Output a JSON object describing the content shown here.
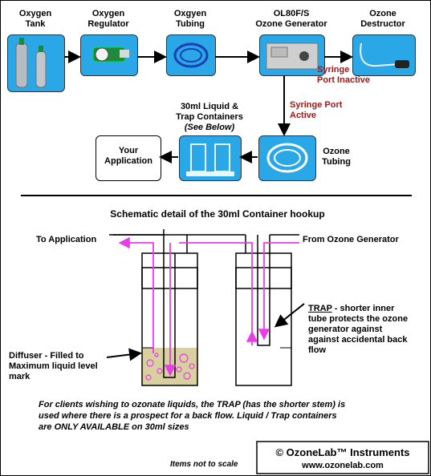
{
  "top": {
    "oxygen_tank": "Oxygen\nTank",
    "oxygen_regulator": "Oxygen\nRegulator",
    "oxygen_tubing": "Oxgyen\nTubing",
    "generator": "OL80F/S\nOzone Generator",
    "destructor": "Ozone\nDestructor",
    "syringe_inactive": "Syringe\nPort Inactive",
    "syringe_active": "Syringe Port\nActive",
    "containers": "30ml Liquid &\nTrap Containers",
    "see_below": "(See Below)",
    "your_application": "Your\nApplication",
    "ozone_tubing": "Ozone\nTubing"
  },
  "schematic": {
    "title": "Schematic detail of the 30ml Container hookup",
    "to_application": "To Application",
    "from_generator": "From Ozone Generator",
    "diffuser": "Diffuser - Filled to\nMaximum liquid level\nmark",
    "trap_word": "TRAP",
    "trap_text": " - shorter inner\ntube protects the ozone\ngenerator against\nagainst accidental back\nflow"
  },
  "footer": {
    "note": "For clients wishing to ozonate liquids, the TRAP (has the shorter stem) is\nused where there is a prospect for a back flow.  Liquid / Trap containers\nare ONLY AVAILABLE on 30ml sizes",
    "scale": "Items not to scale",
    "brand": "© OzoneLab™ Instruments",
    "url": "www.ozonelab.com"
  },
  "colors": {
    "box_blue": "#29a7e6",
    "label_red": "#a31515",
    "flow_magenta": "#e83ee8",
    "liquid": "#d8d0a0"
  }
}
